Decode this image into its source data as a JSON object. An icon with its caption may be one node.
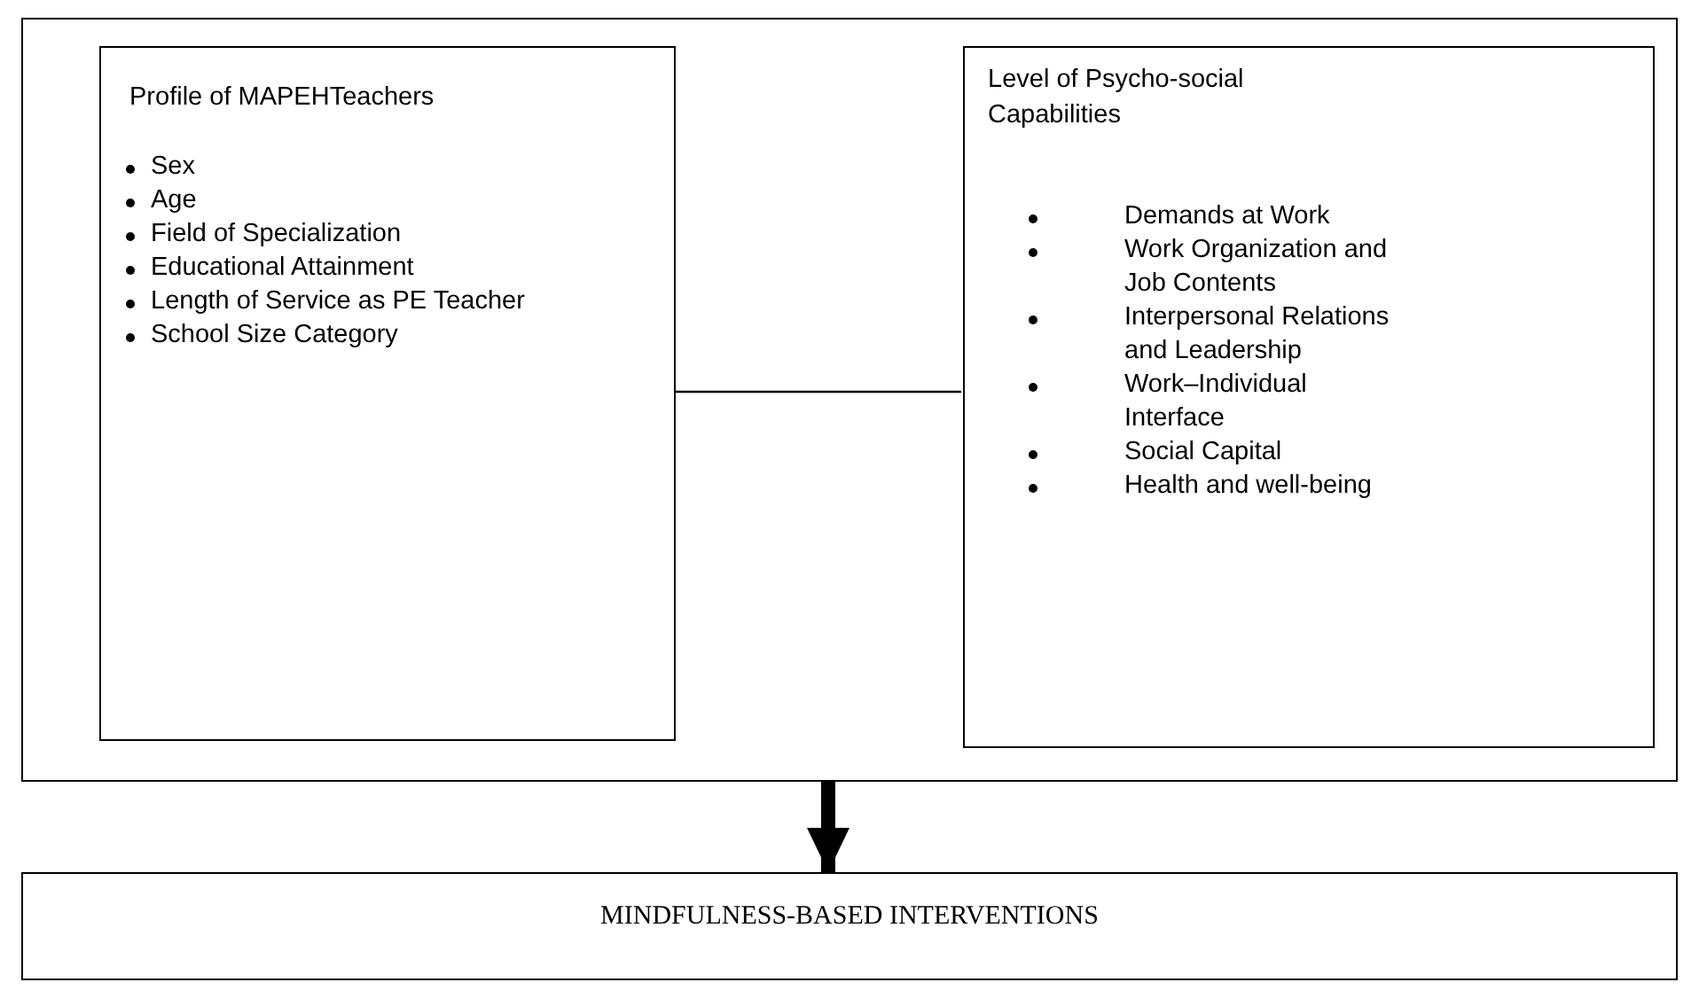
{
  "diagram": {
    "nodes": [
      {
        "text": [],
        "shape": "box"
      },
      {
        "text": [
          "Profile of MAPEHTeachers",
          "Sex",
          "Age",
          "Field of Specialization",
          "Educational Attainment",
          "Length of Service as PE Teacher",
          "School Size Category"
        ],
        "in": 0
      },
      {
        "text": [
          "Level of Psycho-social Capabilities",
          "Demands at Work",
          "Work Organization and Job Contents",
          "Interpersonal Relations and Leadership",
          "Work–Individual Interface",
          "Social Capital",
          "Health and well-being"
        ],
        "in": 0
      },
      {
        "text": [
          "MINDFULNESS-BASED INTERVENTIONS"
        ]
      }
    ],
    "edges": [
      {
        "from": 1,
        "to": 2,
        "arrow": "none"
      },
      {
        "from": 0,
        "to": 3,
        "arrow": "to",
        "style": "thick"
      }
    ]
  }
}
